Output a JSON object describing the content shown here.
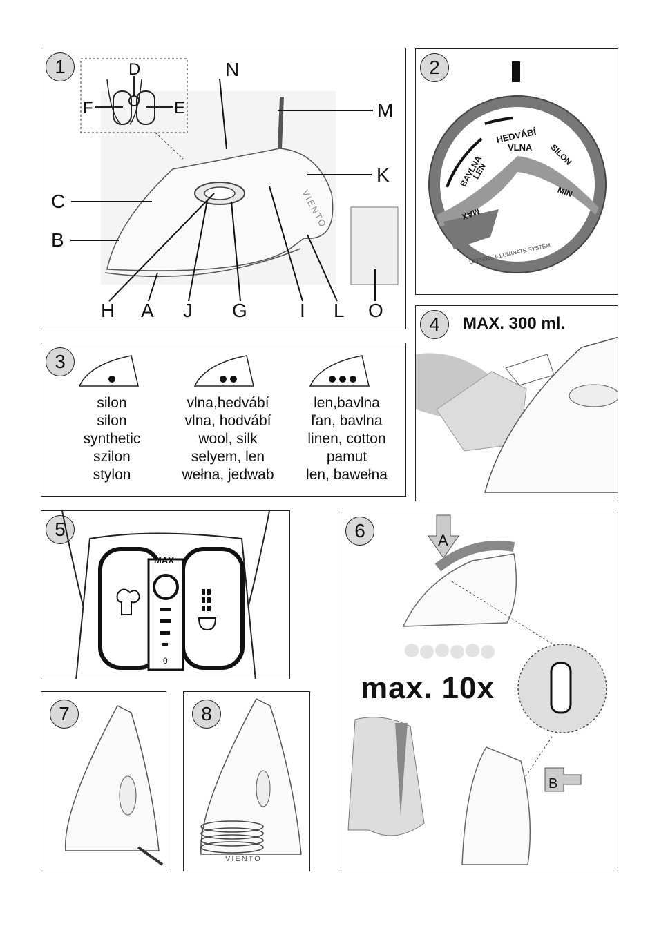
{
  "panels": {
    "p1": {
      "number": "1",
      "labels": {
        "D": "D",
        "F": "F",
        "E": "E",
        "N": "N",
        "M": "M",
        "K": "K",
        "C": "C",
        "B": "B",
        "H": "H",
        "A": "A",
        "J": "J",
        "G": "G",
        "I": "I",
        "L": "L",
        "O": "O"
      },
      "brand": "VIENTO"
    },
    "p2": {
      "number": "2",
      "dial": {
        "max": "MAX",
        "min": "MIN",
        "bavlna": "BAVLNA",
        "len": "LEN",
        "hedvabi": "HEDVÁBÍ",
        "vlna": "VLNA",
        "silon": "SILON",
        "system": "LETTERS ILLUMINATE SYSTEM"
      }
    },
    "p3": {
      "number": "3",
      "columns": [
        {
          "lines": [
            "silon",
            "silon",
            "synthetic",
            "szilon",
            "stylon"
          ]
        },
        {
          "lines": [
            "vlna,hedvábí",
            "vlna, hodvábí",
            "wool, silk",
            "selyem, len",
            "wełna, jedwab"
          ]
        },
        {
          "lines": [
            "len,bavlna",
            "ľan, bavlna",
            "linen, cotton",
            "pamut",
            "len, bawełna"
          ]
        }
      ]
    },
    "p4": {
      "number": "4",
      "caption": "MAX. 300 ml."
    },
    "p5": {
      "number": "5",
      "max_label": "MAX",
      "zero_label": "0"
    },
    "p6": {
      "number": "6",
      "arrow_a": "A",
      "arrow_b": "B",
      "caption": "max. 10x"
    },
    "p7": {
      "number": "7"
    },
    "p8": {
      "number": "8",
      "brand": "VIENTO"
    }
  }
}
